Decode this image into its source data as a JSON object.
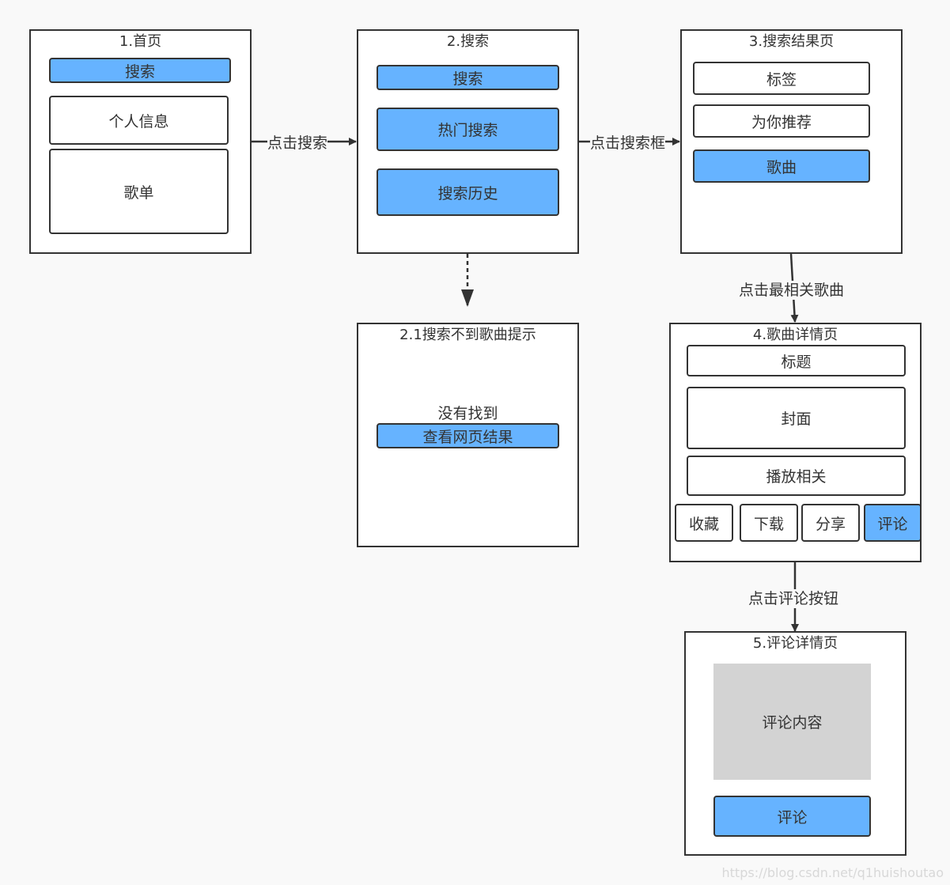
{
  "screens": {
    "home": {
      "title": "1.首页",
      "search": "搜索",
      "profile": "个人信息",
      "playlist": "歌单"
    },
    "search": {
      "title": "2.搜索",
      "search": "搜索",
      "hot": "热门搜索",
      "history": "搜索历史"
    },
    "results": {
      "title": "3.搜索结果页",
      "tags": "标签",
      "recommend": "为你推荐",
      "songs": "歌曲"
    },
    "not_found": {
      "title": "2.1搜索不到歌曲提示",
      "message": "没有找到",
      "web_results": "查看网页结果"
    },
    "song_detail": {
      "title": "4.歌曲详情页",
      "song_title": "标题",
      "cover": "封面",
      "playback": "播放相关",
      "favorite": "收藏",
      "download": "下载",
      "share": "分享",
      "comment": "评论"
    },
    "comments": {
      "title": "5.评论详情页",
      "content": "评论内容",
      "comment": "评论"
    }
  },
  "edges": {
    "home_to_search": "点击搜索",
    "search_to_results": "点击搜索框",
    "results_to_detail": "点击最相关歌曲",
    "detail_to_comments": "点击评论按钮"
  },
  "colors": {
    "accent": "#66b3ff",
    "border": "#333333",
    "placeholder": "#d3d3d3",
    "background": "#f9f9f9"
  },
  "watermark": "https://blog.csdn.net/q1huishoutao"
}
